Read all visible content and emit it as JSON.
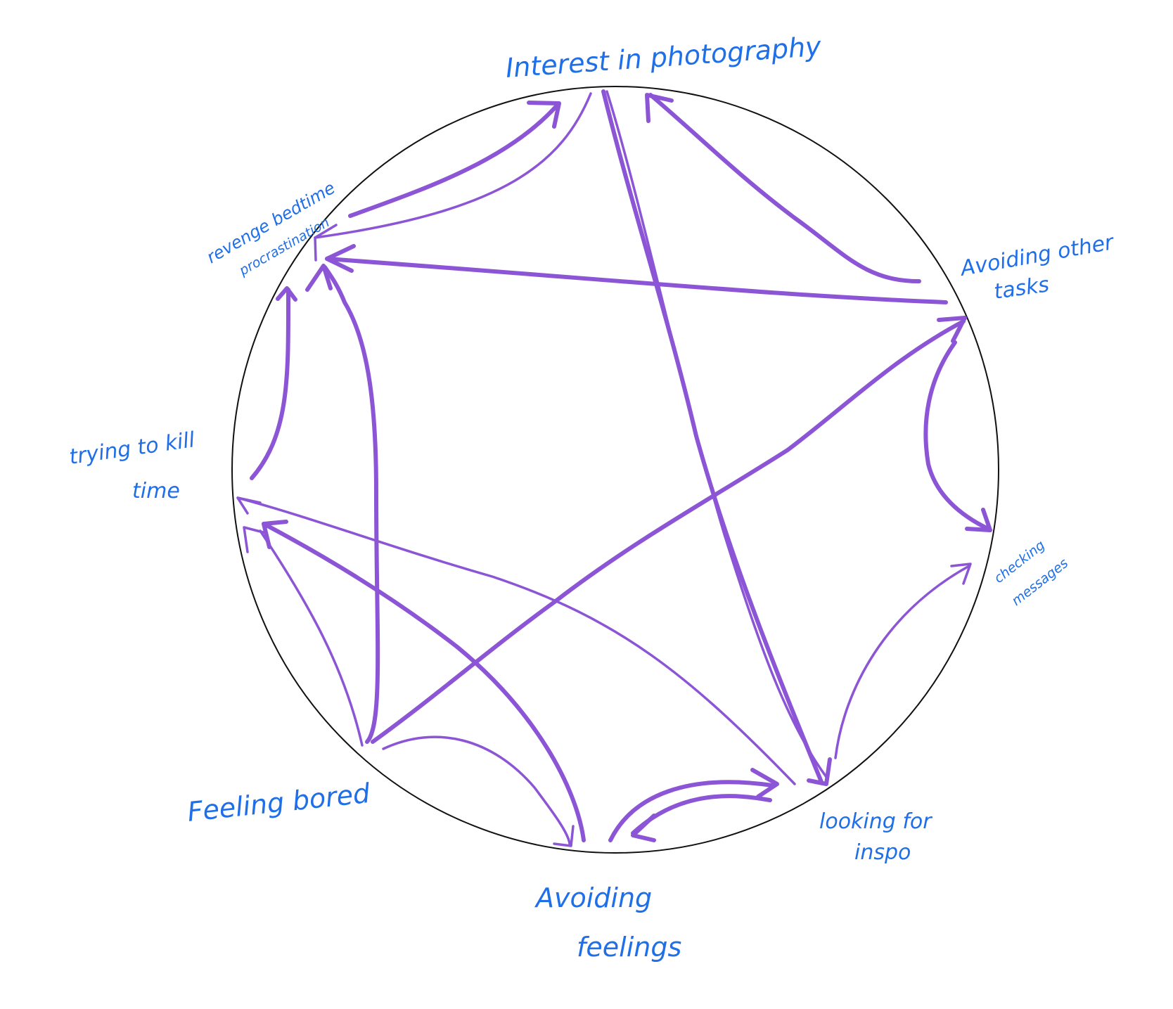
{
  "diagram": {
    "nodes": [
      {
        "id": "photography",
        "lines": [
          "Interest in photography"
        ]
      },
      {
        "id": "revenge",
        "lines": [
          "revenge bedtime",
          "procrastination"
        ]
      },
      {
        "id": "avoid_tasks",
        "lines": [
          "Avoiding other",
          "tasks"
        ]
      },
      {
        "id": "kill_time",
        "lines": [
          "trying to kill",
          "time"
        ]
      },
      {
        "id": "checking",
        "lines": [
          "checking",
          "messages"
        ]
      },
      {
        "id": "bored",
        "lines": [
          "Feeling bored"
        ]
      },
      {
        "id": "inspo",
        "lines": [
          "looking for",
          "inspo"
        ]
      },
      {
        "id": "avoid_feelings",
        "lines": [
          "Avoiding",
          "feelings"
        ]
      }
    ],
    "edges": [
      {
        "from": "revenge",
        "to": "photography"
      },
      {
        "from": "photography",
        "to": "revenge"
      },
      {
        "from": "avoid_tasks",
        "to": "photography"
      },
      {
        "from": "avoid_tasks",
        "to": "revenge"
      },
      {
        "from": "photography",
        "to": "inspo"
      },
      {
        "from": "photography",
        "to": "inspo"
      },
      {
        "from": "kill_time",
        "to": "revenge"
      },
      {
        "from": "bored",
        "to": "revenge"
      },
      {
        "from": "bored",
        "to": "avoid_tasks"
      },
      {
        "from": "avoid_tasks",
        "to": "checking"
      },
      {
        "from": "inspo",
        "to": "checking"
      },
      {
        "from": "inspo",
        "to": "kill_time"
      },
      {
        "from": "avoid_feelings",
        "to": "kill_time"
      },
      {
        "from": "bored",
        "to": "kill_time"
      },
      {
        "from": "bored",
        "to": "avoid_feelings"
      },
      {
        "from": "avoid_feelings",
        "to": "inspo"
      },
      {
        "from": "inspo",
        "to": "avoid_feelings"
      }
    ],
    "colors": {
      "edge": "#8c55d6",
      "label": "#1f6fe8",
      "circle": "#111111"
    }
  }
}
